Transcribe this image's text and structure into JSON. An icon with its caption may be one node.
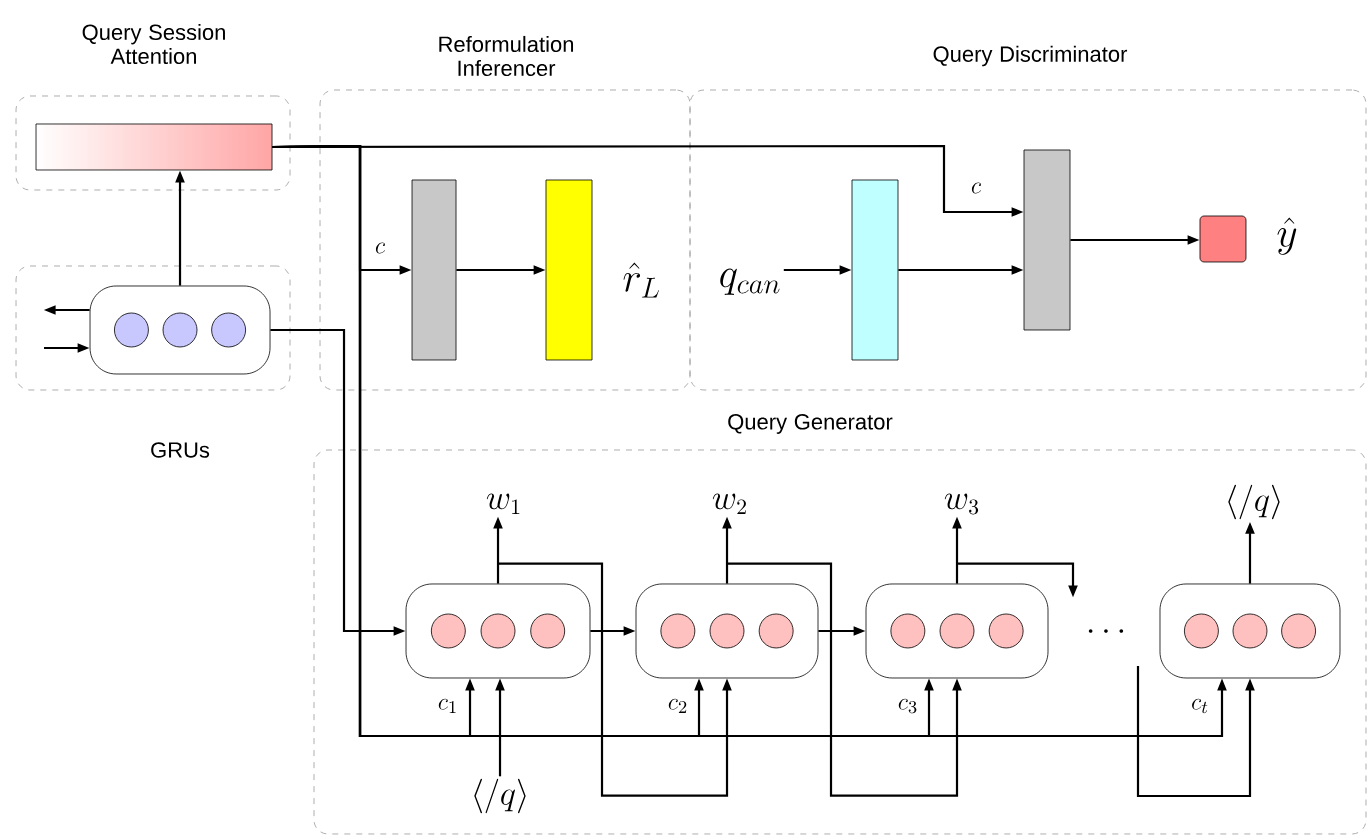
{
  "diagram": {
    "nodes": [
      {
        "text": [
          "Query Session Attention"
        ]
      },
      {
        "text": [],
        "shape": "bar",
        "in": 0
      },
      {
        "text": [
          "Reformulation Inferencer"
        ]
      },
      {
        "text": [],
        "shape": "bar",
        "in": 2
      },
      {
        "text": [],
        "shape": "bar",
        "in": 2,
        "beside": [
          "\\hat{r}_L"
        ]
      },
      {
        "text": [
          "Query Discriminator"
        ]
      },
      {
        "text": [
          "q_{can}"
        ],
        "in": 5
      },
      {
        "text": [],
        "shape": "bar",
        "in": 5
      },
      {
        "text": [],
        "shape": "bar",
        "in": 5
      },
      {
        "text": [],
        "shape": "box",
        "in": 5,
        "beside": [
          "\\hat{y}"
        ]
      },
      {
        "text": [
          "GRUs"
        ]
      },
      {
        "text": [],
        "shape": "box",
        "in": 10
      },
      {
        "text": [
          "Query Generator"
        ]
      },
      {
        "text": [
          "w_1"
        ],
        "in": 12
      },
      {
        "text": [
          "w_2"
        ],
        "in": 12
      },
      {
        "text": [
          "w_3"
        ],
        "in": 12
      },
      {
        "text": [
          "\\langle/q\\rangle"
        ],
        "in": 12
      },
      {
        "text": [],
        "shape": "box",
        "in": 12
      },
      {
        "text": [],
        "shape": "box",
        "in": 12
      },
      {
        "text": [],
        "shape": "box",
        "in": 12
      },
      {
        "text": [],
        "shape": "box",
        "in": 12
      },
      {
        "text": [
          "\\langle/q\\rangle"
        ],
        "in": 12
      }
    ],
    "edges": [
      {
        "from": 11,
        "to": 1,
        "arrow": "to"
      },
      {
        "from": 11,
        "to": null,
        "arrow": "to"
      },
      {
        "from": null,
        "to": 11,
        "arrow": "to"
      },
      {
        "from": 1,
        "to": 3,
        "arrow": "to",
        "label": "c"
      },
      {
        "from": 1,
        "to": 8,
        "arrow": "to",
        "label": "c"
      },
      {
        "from": 3,
        "to": 4,
        "arrow": "to"
      },
      {
        "from": 6,
        "to": 7,
        "arrow": "to"
      },
      {
        "from": 7,
        "to": 8,
        "arrow": "to"
      },
      {
        "from": 8,
        "to": 9,
        "arrow": "to"
      },
      {
        "from": 11,
        "to": 17,
        "arrow": "to"
      },
      {
        "from": 1,
        "to": 17,
        "arrow": "to",
        "label": "c_1"
      },
      {
        "from": 1,
        "to": 18,
        "arrow": "to",
        "label": "c_2"
      },
      {
        "from": 1,
        "to": 19,
        "arrow": "to",
        "label": "c_3"
      },
      {
        "from": 1,
        "to": 20,
        "arrow": "to",
        "label": "c_t"
      },
      {
        "from": 17,
        "to": 18,
        "arrow": "to"
      },
      {
        "from": 18,
        "to": 19,
        "arrow": "to"
      },
      {
        "from": 17,
        "to": 13,
        "arrow": "to"
      },
      {
        "from": 18,
        "to": 14,
        "arrow": "to"
      },
      {
        "from": 19,
        "to": 15,
        "arrow": "to"
      },
      {
        "from": 20,
        "to": 16,
        "arrow": "to"
      },
      {
        "from": 17,
        "to": 18,
        "arrow": "to"
      },
      {
        "from": 18,
        "to": 19,
        "arrow": "to"
      },
      {
        "from": 19,
        "to": null,
        "arrow": "to"
      },
      {
        "from": null,
        "to": 20,
        "arrow": "to"
      },
      {
        "from": 21,
        "to": 17,
        "arrow": "to"
      }
    ],
    "labels": [
      "\\cdots"
    ]
  }
}
